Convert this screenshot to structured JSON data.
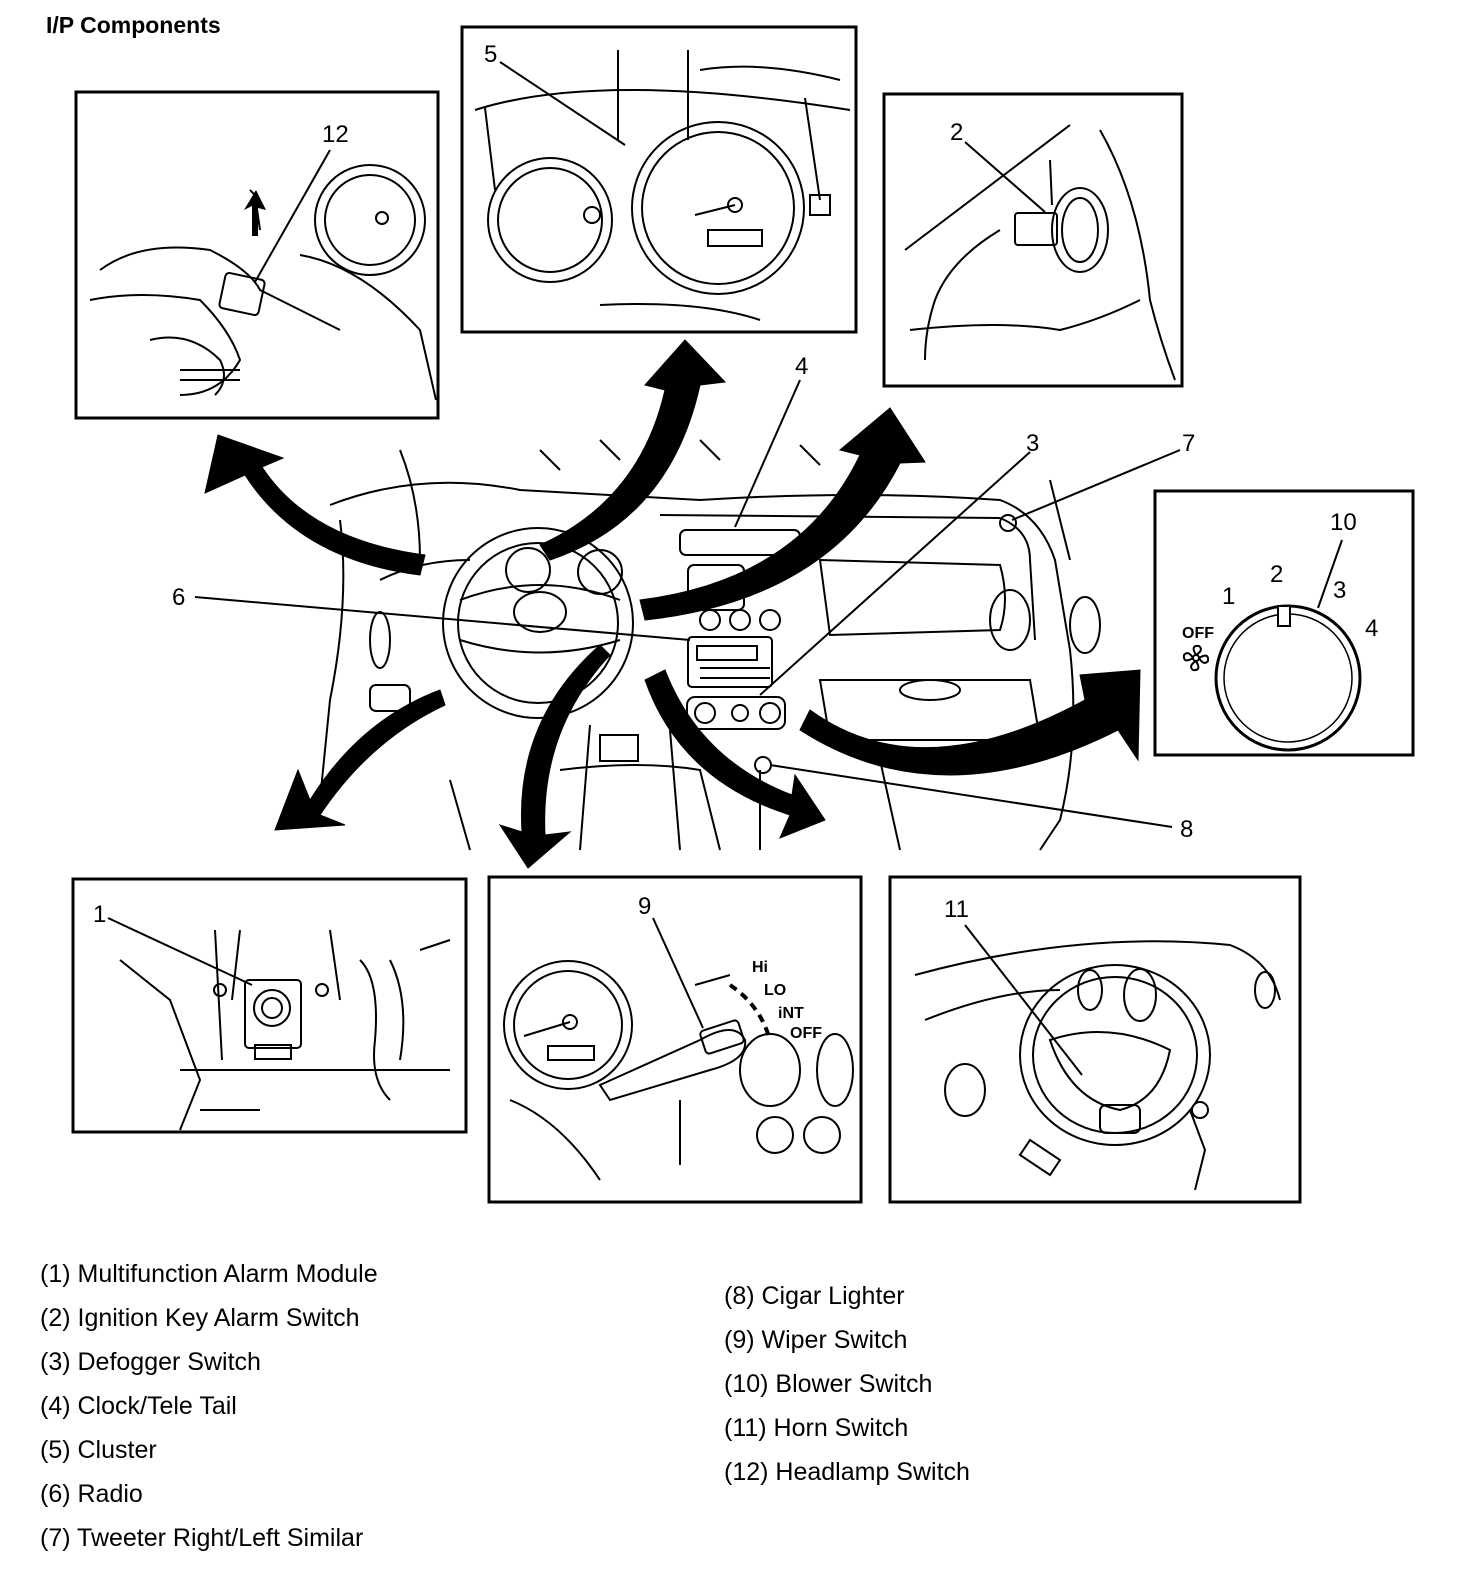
{
  "title": "I/P Components",
  "callouts": {
    "c1": "1",
    "c2": "2",
    "c3": "3",
    "c4": "4",
    "c5": "5",
    "c6": "6",
    "c7": "7",
    "c8": "8",
    "c9": "9",
    "c10": "10",
    "c11": "11",
    "c12": "12"
  },
  "blower_positions": {
    "off": "OFF",
    "p1": "1",
    "p2": "2",
    "p3": "3",
    "p4": "4"
  },
  "wiper_positions": {
    "hi": "Hi",
    "lo": "LO",
    "int": "iNT",
    "off": "OFF"
  },
  "legend_left": [
    "(1) Multifunction Alarm Module",
    "(2) Ignition Key Alarm Switch",
    "(3) Defogger Switch",
    "(4) Clock/Tele Tail",
    "(5) Cluster",
    "(6) Radio",
    "(7) Tweeter Right/Left Similar"
  ],
  "legend_right": [
    "(8) Cigar Lighter",
    "(9) Wiper Switch",
    "(10) Blower Switch",
    "(11) Horn Switch",
    "(12) Headlamp Switch"
  ]
}
